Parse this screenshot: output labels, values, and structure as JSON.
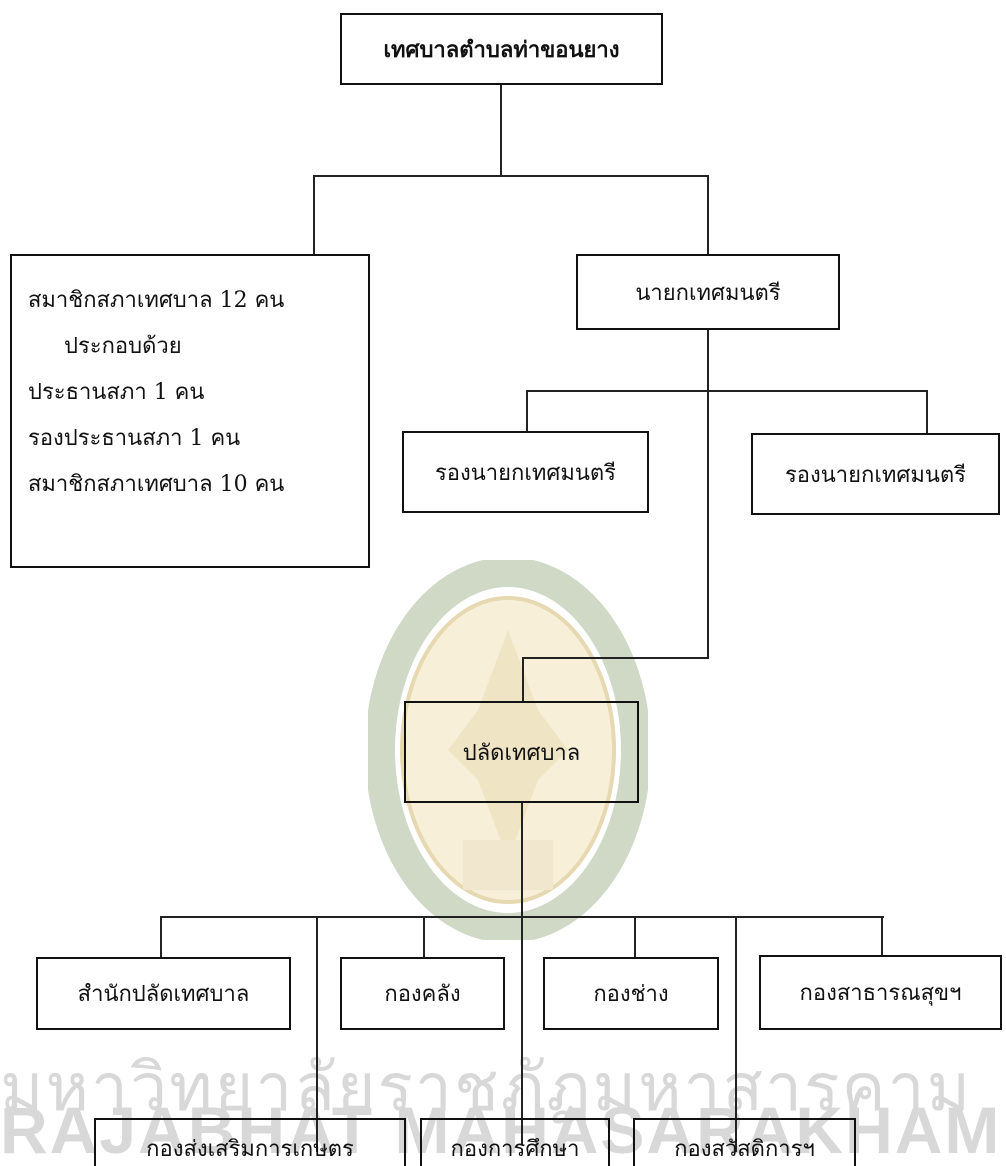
{
  "root": "เทศบาลตำบลท่าขอนยาง",
  "council": {
    "lines": [
      "สมาชิกสภาเทศบาล 12  คน",
      "ประกอบด้วย",
      "ประธานสภา 1 คน",
      "รองประธานสภา 1 คน",
      "สมาชิกสภาเทศบาล 10 คน"
    ]
  },
  "mayor": "นายกเทศมนตรี",
  "deputies": [
    "รองนายกเทศมนตรี",
    "รองนายกเทศมนตรี"
  ],
  "clerk": "ปลัดเทศบาล",
  "divisions_row1": [
    "สำนักปลัดเทศบาล",
    "กองคลัง",
    "กองช่าง",
    "กองสาธารณสุขฯ"
  ],
  "divisions_row2": [
    "กองส่งเสริมการเกษตร",
    "กองการศึกษา",
    "กองสวัสดิการฯ"
  ],
  "watermark": {
    "thai": "มหาวิทยาลัยราชภัฏมหาสารคาม",
    "eng": "RAJABHAT MAHASARAKHAM UNIVERSITY",
    "seal_color": "#e3d3a8"
  }
}
